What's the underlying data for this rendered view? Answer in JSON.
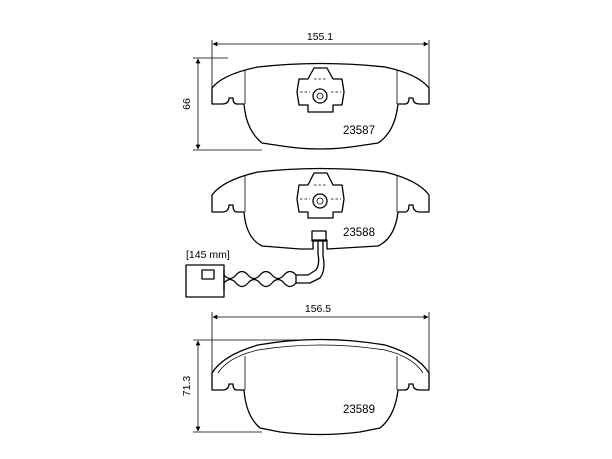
{
  "pads": [
    {
      "part_number": "23587",
      "width": "155.1",
      "height": "66"
    },
    {
      "part_number": "23588",
      "sensor_cable": "[145 mm]"
    },
    {
      "part_number": "23589",
      "width": "156.5",
      "height": "71.3"
    }
  ]
}
